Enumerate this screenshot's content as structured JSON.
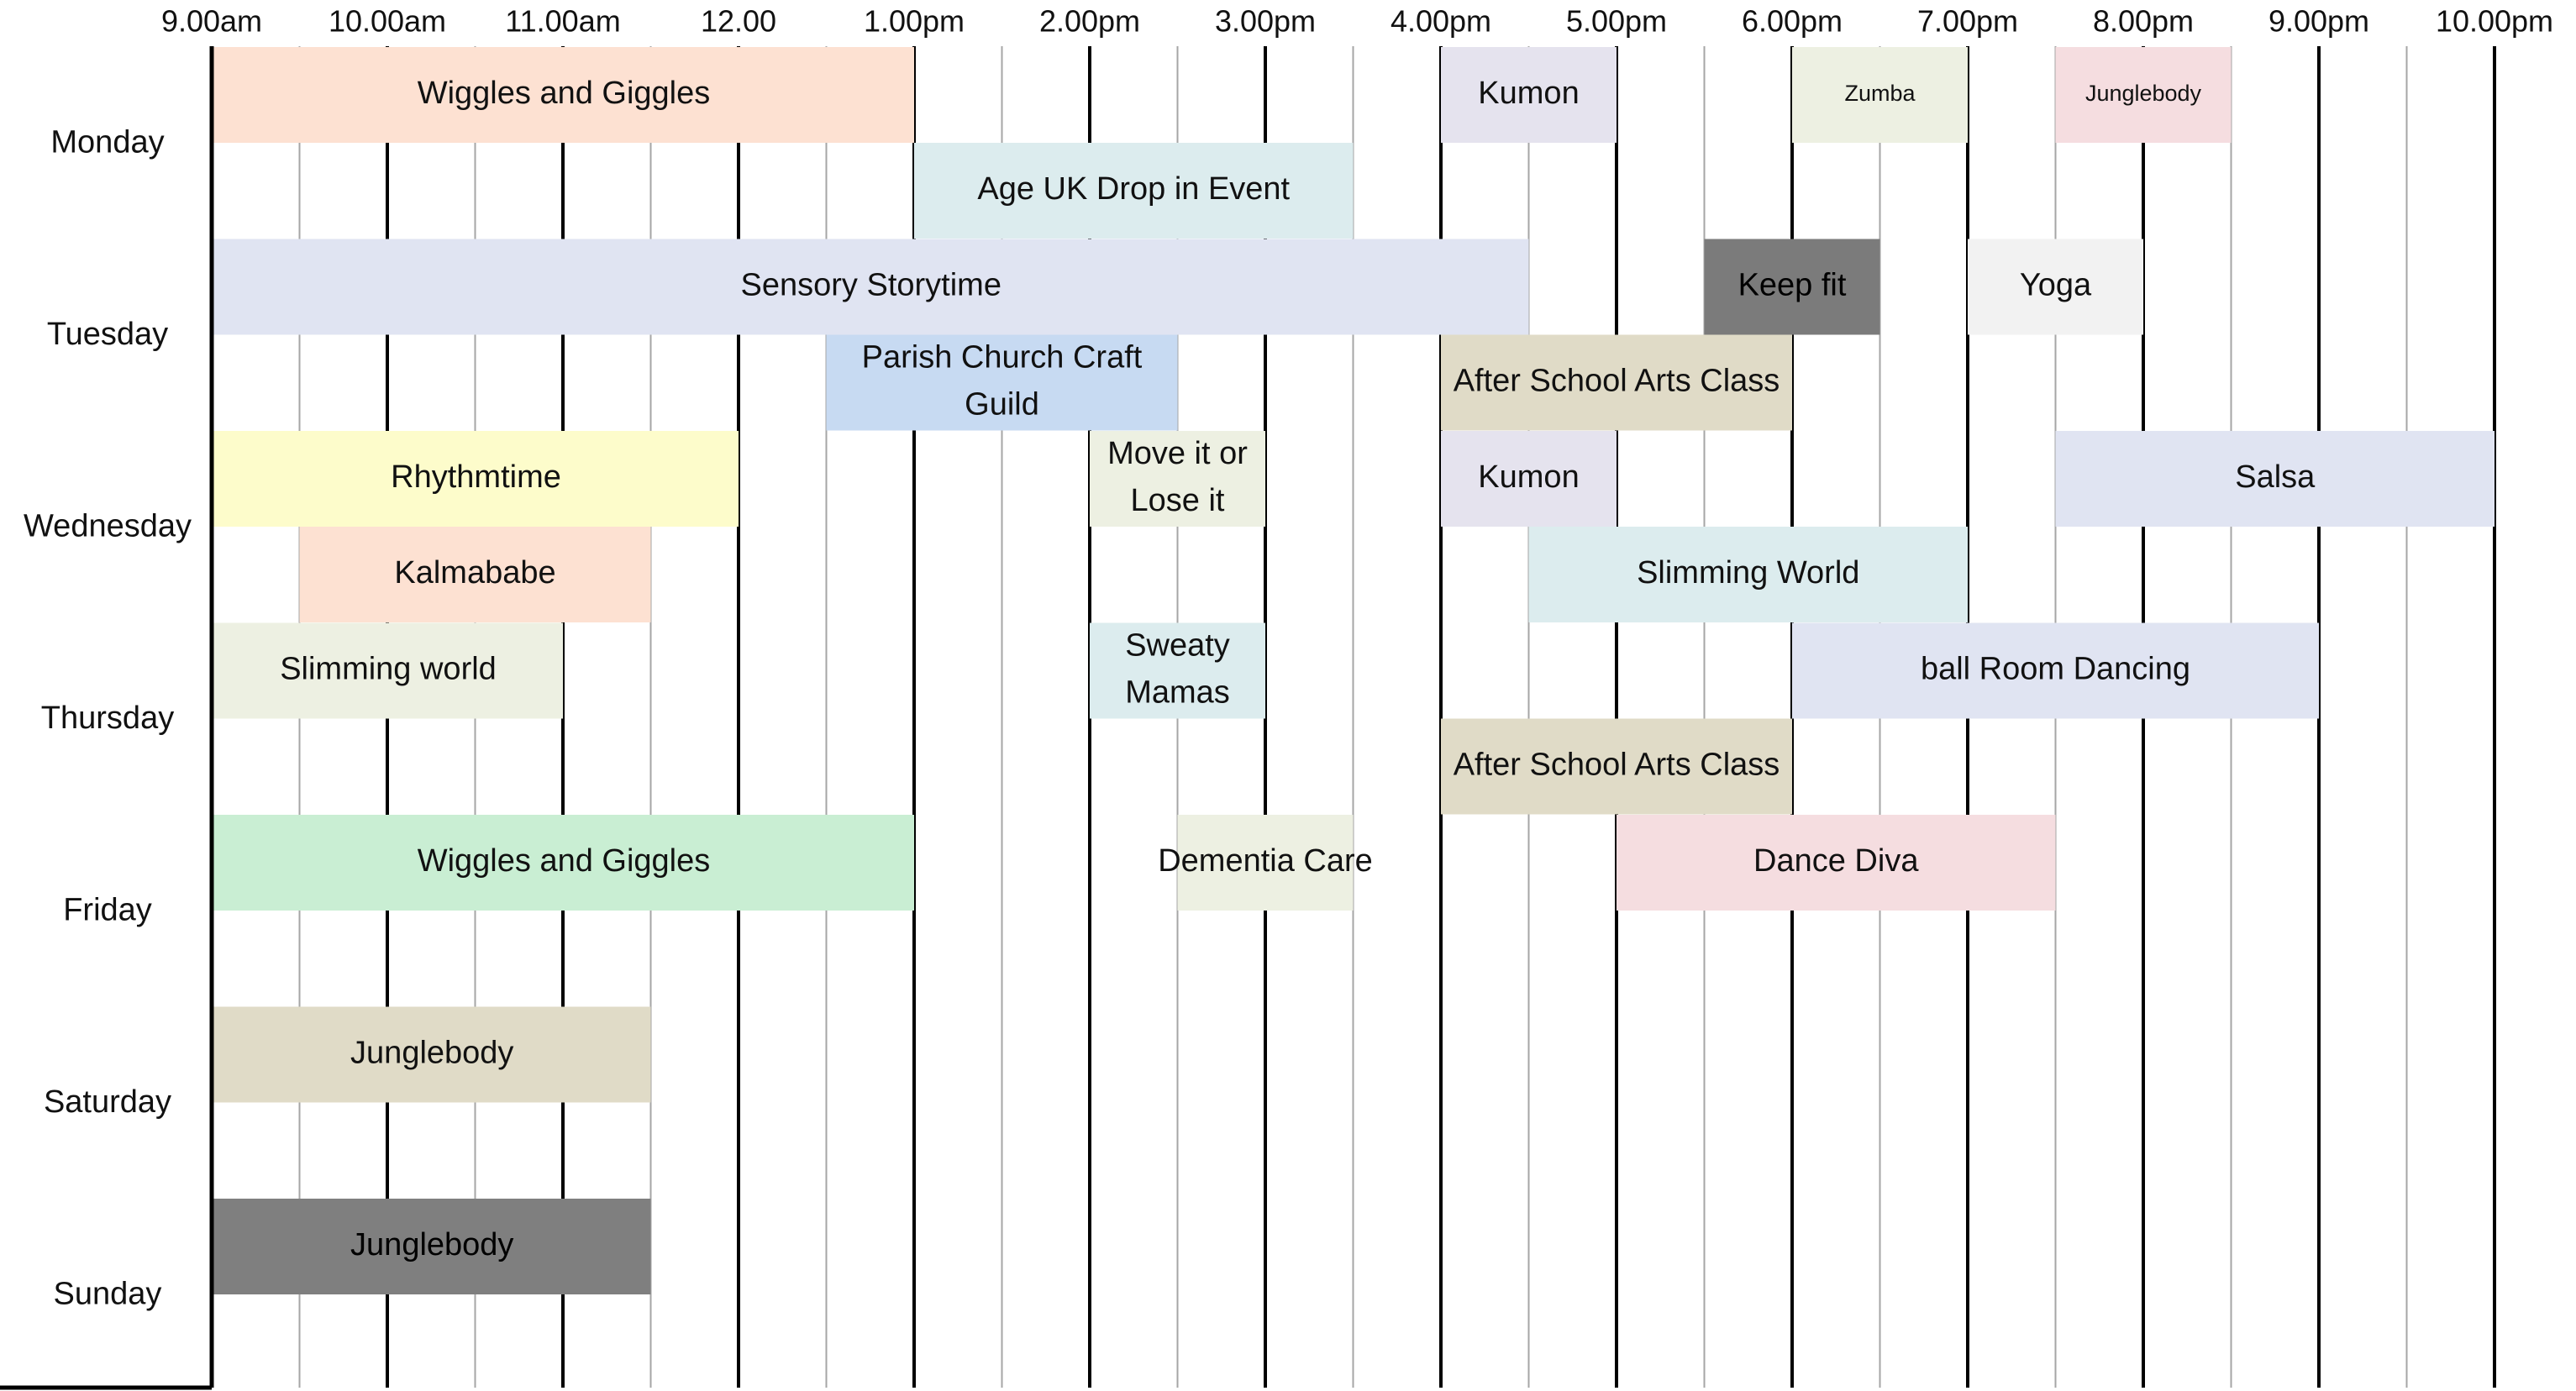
{
  "chart_data": {
    "type": "table",
    "times": [
      "9.00am",
      "10.00am",
      "11.00am",
      "12.00",
      "1.00pm",
      "2.00pm",
      "3.00pm",
      "4.00pm",
      "5.00pm",
      "6.00pm",
      "7.00pm",
      "8.00pm",
      "9.00pm",
      "10.00pm"
    ],
    "days": [
      "Monday",
      "Tuesday",
      "Wednesday",
      "Thursday",
      "Friday",
      "Saturday",
      "Sunday"
    ],
    "events": [
      {
        "day": "Monday",
        "lane": 0,
        "start": 9.0,
        "end": 13.0,
        "lines": [
          "Wiggles and Giggles"
        ],
        "color": "#fde1d2"
      },
      {
        "day": "Monday",
        "lane": 0,
        "start": 16.0,
        "end": 17.0,
        "lines": [
          "Kumon"
        ],
        "color": "#e5e3ee"
      },
      {
        "day": "Monday",
        "lane": 0,
        "start": 18.0,
        "end": 19.0,
        "lines": [
          "Zumba"
        ],
        "color": "#edf0e2",
        "small": true
      },
      {
        "day": "Monday",
        "lane": 0,
        "start": 19.5,
        "end": 20.5,
        "lines": [
          "Junglebody"
        ],
        "color": "#f5dde0",
        "small": true
      },
      {
        "day": "Monday",
        "lane": 1,
        "start": 13.0,
        "end": 15.5,
        "lines": [
          "Age UK Drop in Event"
        ],
        "color": "#dcecee"
      },
      {
        "day": "Tuesday",
        "lane": 0,
        "start": 9.0,
        "end": 16.5,
        "lines": [
          "Sensory Storytime"
        ],
        "color": "#e0e4f2"
      },
      {
        "day": "Tuesday",
        "lane": 0,
        "start": 17.5,
        "end": 18.5,
        "lines": [
          "Keep fit"
        ],
        "color": "#7b7b7b"
      },
      {
        "day": "Tuesday",
        "lane": 0,
        "start": 19.0,
        "end": 20.0,
        "lines": [
          "Yoga"
        ],
        "color": "#f2f2f2"
      },
      {
        "day": "Tuesday",
        "lane": 1,
        "start": 12.5,
        "end": 14.5,
        "lines": [
          "Parish Church Craft",
          "Guild"
        ],
        "color": "#c7daf2"
      },
      {
        "day": "Tuesday",
        "lane": 1,
        "start": 16.0,
        "end": 18.0,
        "lines": [
          "After School Arts Class"
        ],
        "color": "#e0dbc7"
      },
      {
        "day": "Wednesday",
        "lane": 0,
        "start": 9.0,
        "end": 12.0,
        "lines": [
          "Rhythmtime"
        ],
        "color": "#fdfccb"
      },
      {
        "day": "Wednesday",
        "lane": 0,
        "start": 14.0,
        "end": 15.0,
        "lines": [
          "Move it or",
          "Lose it"
        ],
        "color": "#edf0e2"
      },
      {
        "day": "Wednesday",
        "lane": 0,
        "start": 16.0,
        "end": 17.0,
        "lines": [
          "Kumon"
        ],
        "color": "#e5e3ee"
      },
      {
        "day": "Wednesday",
        "lane": 0,
        "start": 19.5,
        "end": 22.0,
        "lines": [
          "Salsa"
        ],
        "color": "#e0e4f2"
      },
      {
        "day": "Wednesday",
        "lane": 1,
        "start": 9.5,
        "end": 11.5,
        "lines": [
          "Kalmababe"
        ],
        "color": "#fde1d2"
      },
      {
        "day": "Wednesday",
        "lane": 1,
        "start": 16.5,
        "end": 19.0,
        "lines": [
          "Slimming World"
        ],
        "color": "#dcecee"
      },
      {
        "day": "Thursday",
        "lane": 0,
        "start": 9.0,
        "end": 11.0,
        "lines": [
          "Slimming world"
        ],
        "color": "#edf0e2"
      },
      {
        "day": "Thursday",
        "lane": 0,
        "start": 14.0,
        "end": 15.0,
        "lines": [
          "Sweaty",
          "Mamas"
        ],
        "color": "#dcecee"
      },
      {
        "day": "Thursday",
        "lane": 0,
        "start": 18.0,
        "end": 21.0,
        "lines": [
          "ball Room Dancing"
        ],
        "color": "#e0e4f2"
      },
      {
        "day": "Thursday",
        "lane": 1,
        "start": 16.0,
        "end": 18.0,
        "lines": [
          "After School Arts Class"
        ],
        "color": "#e0dbc7"
      },
      {
        "day": "Friday",
        "lane": 0,
        "start": 9.0,
        "end": 13.0,
        "lines": [
          "Wiggles and Giggles"
        ],
        "color": "#c9eed3"
      },
      {
        "day": "Friday",
        "lane": 0,
        "start": 14.5,
        "end": 15.5,
        "lines": [
          "Dementia Care"
        ],
        "color": "#edf0e2"
      },
      {
        "day": "Friday",
        "lane": 0,
        "start": 17.0,
        "end": 19.5,
        "lines": [
          "Dance Diva"
        ],
        "color": "#f5dde0"
      },
      {
        "day": "Saturday",
        "lane": 0,
        "start": 9.0,
        "end": 11.5,
        "lines": [
          "Junglebody"
        ],
        "color": "#e0dbc7"
      },
      {
        "day": "Sunday",
        "lane": 0,
        "start": 9.0,
        "end": 11.5,
        "lines": [
          "Junglebody"
        ],
        "color": "#7f7f7f"
      }
    ],
    "colors": {
      "major_gridline": "#000000",
      "minor_gridline": "#a6a6a6",
      "axis": "#000000",
      "text": "#111111"
    }
  }
}
